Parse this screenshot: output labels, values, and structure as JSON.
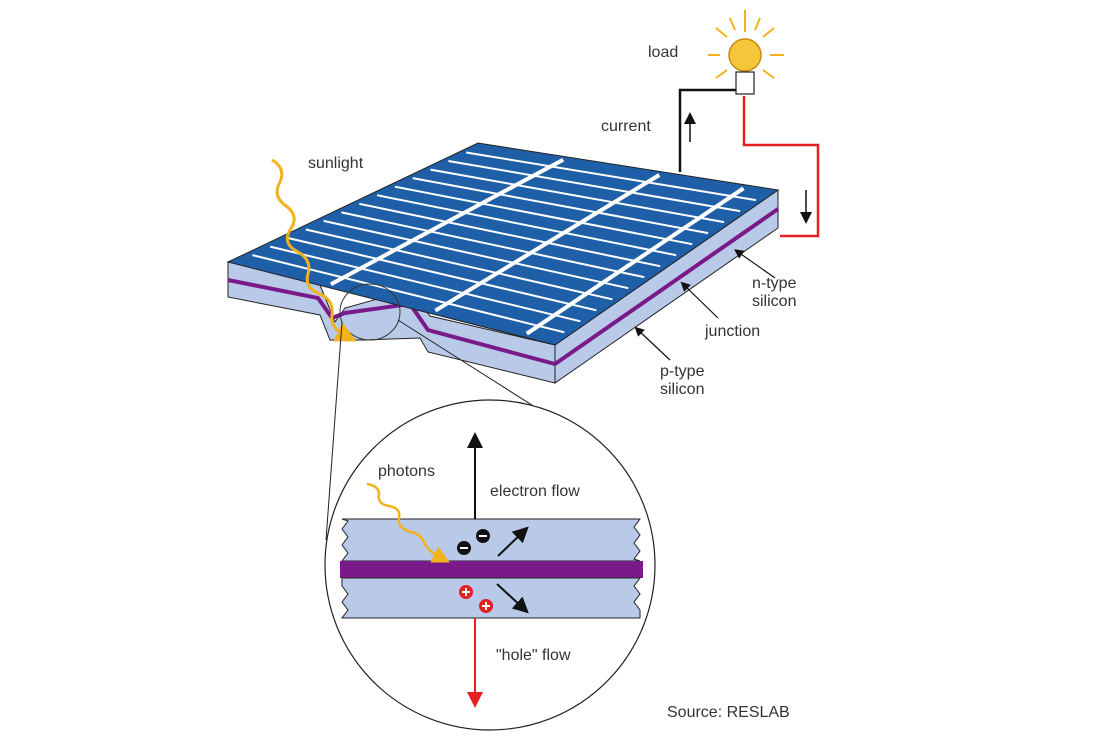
{
  "labels": {
    "load": "load",
    "current": "current",
    "sunlight": "sunlight",
    "n_type_1": "n-type",
    "n_type_2": "silicon",
    "junction": "junction",
    "p_type_1": "p-type",
    "p_type_2": "silicon",
    "photons": "photons",
    "electron_flow": "electron flow",
    "hole_flow": "\"hole\" flow",
    "source": "Source: RESLAB"
  },
  "colors": {
    "cell_blue": "#1f5fa8",
    "silicon": "#b9c9e8",
    "junction": "#7a1a8a",
    "wire_red": "#e52020",
    "light": "#f2b21b"
  }
}
